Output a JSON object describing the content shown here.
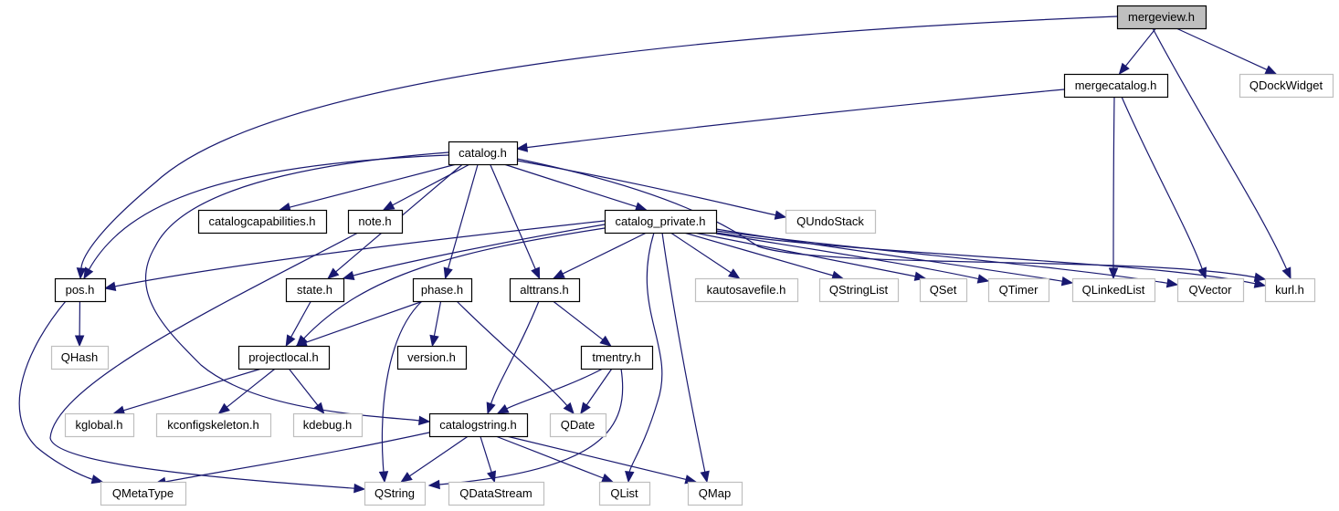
{
  "colors": {
    "edge": "#191970",
    "project_border": "#000000",
    "external_border": "#bfbfbf",
    "root_fill": "#bfbfbf",
    "node_fill": "#ffffff"
  },
  "nodes": [
    {
      "id": "mergeview",
      "label": "mergeview.h",
      "kind": "root"
    },
    {
      "id": "mergecatalog",
      "label": "mergecatalog.h",
      "kind": "project"
    },
    {
      "id": "QDockWidget",
      "label": "QDockWidget",
      "kind": "external"
    },
    {
      "id": "catalog",
      "label": "catalog.h",
      "kind": "project"
    },
    {
      "id": "catalogcapabilities",
      "label": "catalogcapabilities.h",
      "kind": "project"
    },
    {
      "id": "note",
      "label": "note.h",
      "kind": "project"
    },
    {
      "id": "catalog_private",
      "label": "catalog_private.h",
      "kind": "project"
    },
    {
      "id": "QUndoStack",
      "label": "QUndoStack",
      "kind": "external"
    },
    {
      "id": "pos",
      "label": "pos.h",
      "kind": "project"
    },
    {
      "id": "state",
      "label": "state.h",
      "kind": "project"
    },
    {
      "id": "phase",
      "label": "phase.h",
      "kind": "project"
    },
    {
      "id": "alttrans",
      "label": "alttrans.h",
      "kind": "project"
    },
    {
      "id": "kautosavefile",
      "label": "kautosavefile.h",
      "kind": "external"
    },
    {
      "id": "QStringList",
      "label": "QStringList",
      "kind": "external"
    },
    {
      "id": "QSet",
      "label": "QSet",
      "kind": "external"
    },
    {
      "id": "QTimer",
      "label": "QTimer",
      "kind": "external"
    },
    {
      "id": "QLinkedList",
      "label": "QLinkedList",
      "kind": "external"
    },
    {
      "id": "QVector",
      "label": "QVector",
      "kind": "external"
    },
    {
      "id": "kurl",
      "label": "kurl.h",
      "kind": "external"
    },
    {
      "id": "QHash",
      "label": "QHash",
      "kind": "external"
    },
    {
      "id": "projectlocal",
      "label": "projectlocal.h",
      "kind": "project"
    },
    {
      "id": "version",
      "label": "version.h",
      "kind": "project"
    },
    {
      "id": "tmentry",
      "label": "tmentry.h",
      "kind": "project"
    },
    {
      "id": "kglobal",
      "label": "kglobal.h",
      "kind": "external"
    },
    {
      "id": "kconfigskeleton",
      "label": "kconfigskeleton.h",
      "kind": "external"
    },
    {
      "id": "kdebug",
      "label": "kdebug.h",
      "kind": "external"
    },
    {
      "id": "catalogstring",
      "label": "catalogstring.h",
      "kind": "project"
    },
    {
      "id": "QDate",
      "label": "QDate",
      "kind": "external"
    },
    {
      "id": "QMetaType",
      "label": "QMetaType",
      "kind": "external"
    },
    {
      "id": "QString",
      "label": "QString",
      "kind": "external"
    },
    {
      "id": "QDataStream",
      "label": "QDataStream",
      "kind": "external"
    },
    {
      "id": "QList",
      "label": "QList",
      "kind": "external"
    },
    {
      "id": "QMap",
      "label": "QMap",
      "kind": "external"
    }
  ],
  "edges": [
    [
      "mergeview",
      "pos"
    ],
    [
      "mergeview",
      "mergecatalog"
    ],
    [
      "mergeview",
      "kurl"
    ],
    [
      "mergeview",
      "QDockWidget"
    ],
    [
      "mergecatalog",
      "catalog"
    ],
    [
      "mergecatalog",
      "QLinkedList"
    ],
    [
      "mergecatalog",
      "QVector"
    ],
    [
      "catalog",
      "pos"
    ],
    [
      "catalog",
      "catalogstring"
    ],
    [
      "catalog",
      "catalogcapabilities"
    ],
    [
      "catalog",
      "note"
    ],
    [
      "catalog",
      "state"
    ],
    [
      "catalog",
      "phase"
    ],
    [
      "catalog",
      "alttrans"
    ],
    [
      "catalog",
      "catalog_private"
    ],
    [
      "catalog",
      "QUndoStack"
    ],
    [
      "catalog",
      "kurl"
    ],
    [
      "note",
      "QString"
    ],
    [
      "catalog_private",
      "pos"
    ],
    [
      "catalog_private",
      "state"
    ],
    [
      "catalog_private",
      "projectlocal"
    ],
    [
      "catalog_private",
      "alttrans"
    ],
    [
      "catalog_private",
      "QList"
    ],
    [
      "catalog_private",
      "QMap"
    ],
    [
      "catalog_private",
      "kautosavefile"
    ],
    [
      "catalog_private",
      "QStringList"
    ],
    [
      "catalog_private",
      "QSet"
    ],
    [
      "catalog_private",
      "QTimer"
    ],
    [
      "catalog_private",
      "QLinkedList"
    ],
    [
      "catalog_private",
      "QVector"
    ],
    [
      "catalog_private",
      "kurl"
    ],
    [
      "pos",
      "QHash"
    ],
    [
      "pos",
      "QMetaType"
    ],
    [
      "state",
      "projectlocal"
    ],
    [
      "phase",
      "projectlocal"
    ],
    [
      "phase",
      "version"
    ],
    [
      "phase",
      "QString"
    ],
    [
      "phase",
      "QDate"
    ],
    [
      "alttrans",
      "catalogstring"
    ],
    [
      "alttrans",
      "tmentry"
    ],
    [
      "projectlocal",
      "kglobal"
    ],
    [
      "projectlocal",
      "kconfigskeleton"
    ],
    [
      "projectlocal",
      "kdebug"
    ],
    [
      "tmentry",
      "catalogstring"
    ],
    [
      "tmentry",
      "QDate"
    ],
    [
      "tmentry",
      "QString"
    ],
    [
      "catalogstring",
      "QMetaType"
    ],
    [
      "catalogstring",
      "QString"
    ],
    [
      "catalogstring",
      "QDataStream"
    ],
    [
      "catalogstring",
      "QList"
    ],
    [
      "catalogstring",
      "QMap"
    ]
  ]
}
